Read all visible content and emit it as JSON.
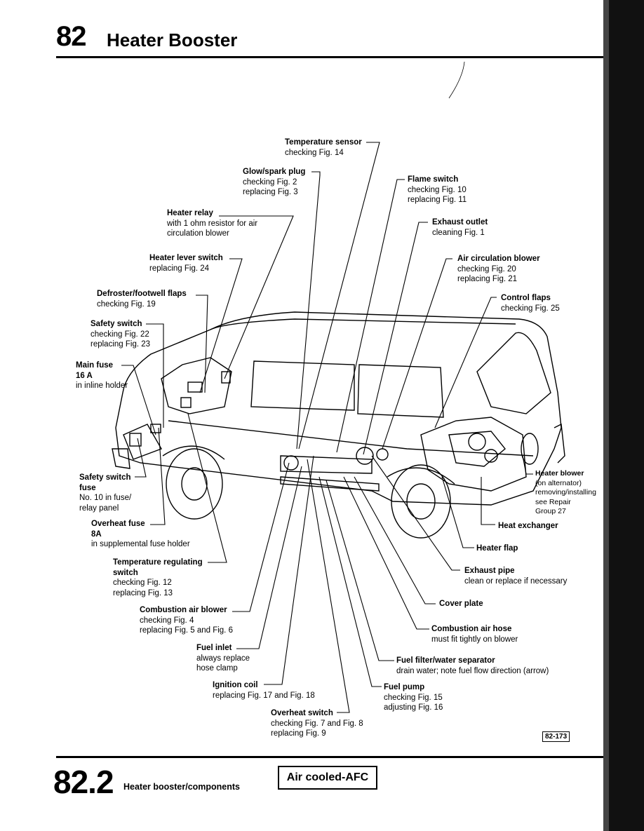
{
  "header": {
    "section_number": "82",
    "title": "Heater Booster"
  },
  "labels": [
    {
      "id": "temperature-sensor",
      "name": "Temperature sensor",
      "lines": [
        "checking Fig. 14"
      ]
    },
    {
      "id": "glow-spark-plug",
      "name": "Glow/spark plug",
      "lines": [
        "checking Fig. 2",
        "replacing Fig. 3"
      ]
    },
    {
      "id": "heater-relay",
      "name": "Heater relay",
      "lines": [
        "with 1 ohm resistor for air",
        "circulation blower"
      ]
    },
    {
      "id": "heater-lever-switch",
      "name": "Heater lever switch",
      "lines": [
        "replacing Fig. 24"
      ]
    },
    {
      "id": "defroster-flaps",
      "name": "Defroster/footwell flaps",
      "lines": [
        "checking Fig. 19"
      ]
    },
    {
      "id": "safety-switch",
      "name": "Safety switch",
      "lines": [
        "checking Fig. 22",
        "replacing Fig. 23"
      ]
    },
    {
      "id": "main-fuse",
      "name": "Main fuse",
      "lines": [
        "16 A",
        "in inline holder"
      ]
    },
    {
      "id": "safety-switch-fuse",
      "name": "Safety switch",
      "lines": [
        "fuse",
        "No. 10 in fuse/",
        "relay panel"
      ]
    },
    {
      "id": "overheat-fuse",
      "name": "Overheat fuse",
      "lines": [
        "8A",
        "in supplemental fuse holder"
      ]
    },
    {
      "id": "temp-regulating-switch",
      "name": "Temperature regulating",
      "lines": [
        "switch",
        "checking Fig. 12",
        "replacing Fig. 13"
      ]
    },
    {
      "id": "combustion-air-blower",
      "name": "Combustion air blower",
      "lines": [
        "checking Fig. 4",
        "replacing Fig. 5 and Fig. 6"
      ]
    },
    {
      "id": "fuel-inlet",
      "name": "Fuel inlet",
      "lines": [
        "always replace",
        "hose clamp"
      ]
    },
    {
      "id": "ignition-coil",
      "name": "Ignition coil",
      "lines": [
        "replacing Fig. 17 and Fig. 18"
      ]
    },
    {
      "id": "overheat-switch",
      "name": "Overheat switch",
      "lines": [
        "checking Fig. 7 and Fig. 8",
        "replacing Fig. 9"
      ]
    },
    {
      "id": "flame-switch",
      "name": "Flame switch",
      "lines": [
        "checking Fig. 10",
        "replacing Fig. 11"
      ]
    },
    {
      "id": "exhaust-outlet",
      "name": "Exhaust outlet",
      "lines": [
        "cleaning Fig. 1"
      ]
    },
    {
      "id": "air-circulation-blower",
      "name": "Air circulation blower",
      "lines": [
        "checking Fig. 20",
        "replacing Fig. 21"
      ]
    },
    {
      "id": "control-flaps",
      "name": "Control flaps",
      "lines": [
        "checking Fig. 25"
      ]
    },
    {
      "id": "heater-blower",
      "name": "Heater blower",
      "lines": [
        "(on alternator)",
        "removing/installing",
        "see Repair",
        "Group 27"
      ]
    },
    {
      "id": "heat-exchanger",
      "name": "Heat exchanger",
      "lines": []
    },
    {
      "id": "heater-flap",
      "name": "Heater flap",
      "lines": []
    },
    {
      "id": "exhaust-pipe",
      "name": "Exhaust pipe",
      "lines": [
        "clean or replace if necessary"
      ]
    },
    {
      "id": "cover-plate",
      "name": "Cover plate",
      "lines": []
    },
    {
      "id": "combustion-air-hose",
      "name": "Combustion air hose",
      "lines": [
        "must fit tightly on blower"
      ]
    },
    {
      "id": "fuel-filter",
      "name": "Fuel filter/water separator",
      "lines": [
        "drain water; note fuel flow direction (arrow)"
      ]
    },
    {
      "id": "fuel-pump",
      "name": "Fuel pump",
      "lines": [
        "checking Fig. 15",
        "adjusting Fig. 16"
      ]
    }
  ],
  "figure_ref": "82-173",
  "footer": {
    "page_number": "82.2",
    "title": "Heater booster/components",
    "badge": "Air cooled-AFC"
  }
}
